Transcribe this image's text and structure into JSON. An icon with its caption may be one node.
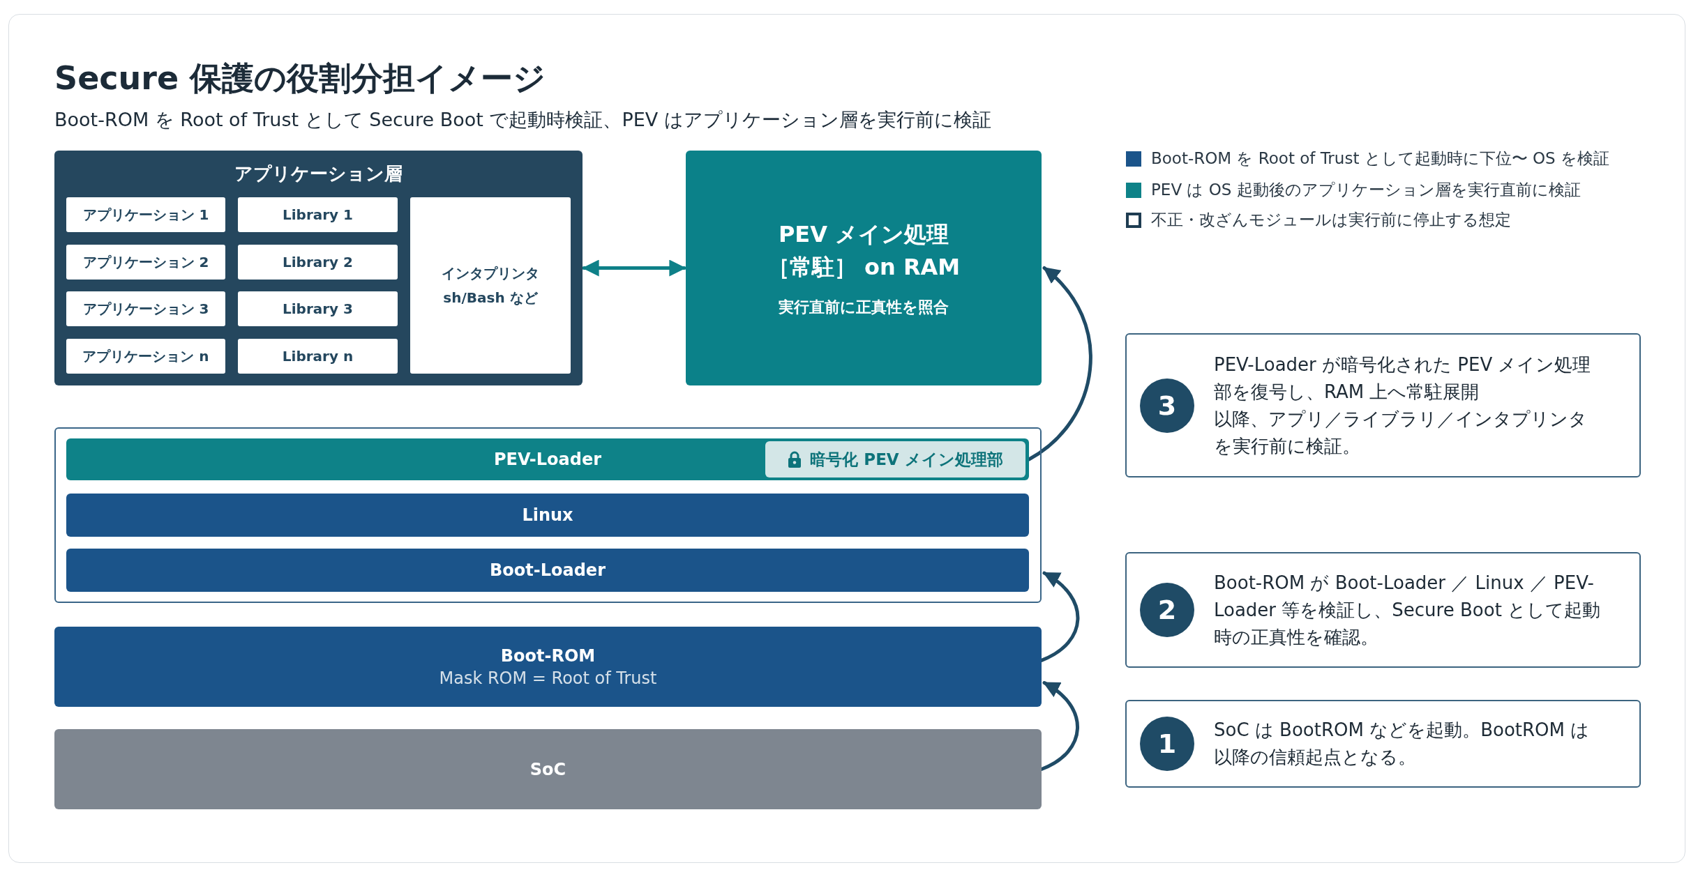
{
  "diagram": {
    "title": "Secure 保護の役割分担イメージ",
    "nodes": [
      {
        "text": [
          "アプリケーション層"
        ]
      },
      {
        "text": [
          "アプリケーション 1"
        ],
        "in": 0
      },
      {
        "text": [
          "Library 1"
        ],
        "in": 0
      },
      {
        "text": [
          "アプリケーション 2"
        ],
        "in": 0
      },
      {
        "text": [
          "Library 2"
        ],
        "in": 0
      },
      {
        "text": [
          "アプリケーション 3"
        ],
        "in": 0
      },
      {
        "text": [
          "Library 3"
        ],
        "in": 0
      },
      {
        "text": [
          "アプリケーション n"
        ],
        "in": 0
      },
      {
        "text": [
          "Library n"
        ],
        "in": 0
      },
      {
        "text": [
          "インタプリンタ sh/Bash など"
        ],
        "in": 0
      },
      {
        "text": [
          "PEV メイン処理［常駐］ on RAM",
          "実行直前に正真性を照合"
        ]
      },
      {
        "text": [],
        "shape": "box"
      },
      {
        "text": [
          "PEV-Loader"
        ],
        "in": 11
      },
      {
        "text": [
          "暗号化 PEV メイン処理部"
        ],
        "in": 12
      },
      {
        "text": [
          "Linux"
        ],
        "in": 11
      },
      {
        "text": [
          "Boot-Loader"
        ],
        "in": 11
      },
      {
        "text": [
          "Boot-ROM",
          "Mask ROM = Root of Trust"
        ]
      },
      {
        "text": [
          "SoC"
        ]
      },
      {
        "text": [
          "PEV-Loader が暗号化された PEV メイン処理部を復号し、RAM 上へ常駐展開",
          "以降、アプリ／ライブラリ／インタプリンタを実行前に検証。"
        ]
      },
      {
        "text": [
          "3"
        ],
        "in": 18
      },
      {
        "text": [
          "Boot-ROM が Boot-Loader ／ Linux ／ PEV-Loader 等を検証し、Secure Boot として起動時の正真性を確認。"
        ]
      },
      {
        "text": [
          "2"
        ],
        "in": 20
      },
      {
        "text": [
          "SoC は BootROM などを起動。BootROM は以降の信頼起点となる。"
        ]
      },
      {
        "text": [
          "1"
        ],
        "in": 22
      }
    ],
    "edges": [
      {
        "from": 0,
        "to": 10,
        "arrow": "both",
        "color": "#0e8088"
      },
      {
        "from": 17,
        "to": 16,
        "arrow": "to"
      },
      {
        "from": 16,
        "to": 11,
        "arrow": "to"
      },
      {
        "from": 12,
        "to": 10,
        "arrow": "to"
      }
    ],
    "labels": [
      "Boot-ROM を Root of Trust として Secure Boot で起動時検証、PEV はアプリケーション層を実行前に検証"
    ],
    "legend": [
      {
        "text": "Boot-ROM を Root of Trust として起動時に下位〜 OS を検証",
        "color": "#1b548a"
      },
      {
        "text": "PEV は OS 起動後のアプリケーション層を実行直前に検証",
        "color": "#0e8288"
      },
      {
        "text": "不正・改ざんモジュールは実行前に停止する想定"
      }
    ]
  }
}
